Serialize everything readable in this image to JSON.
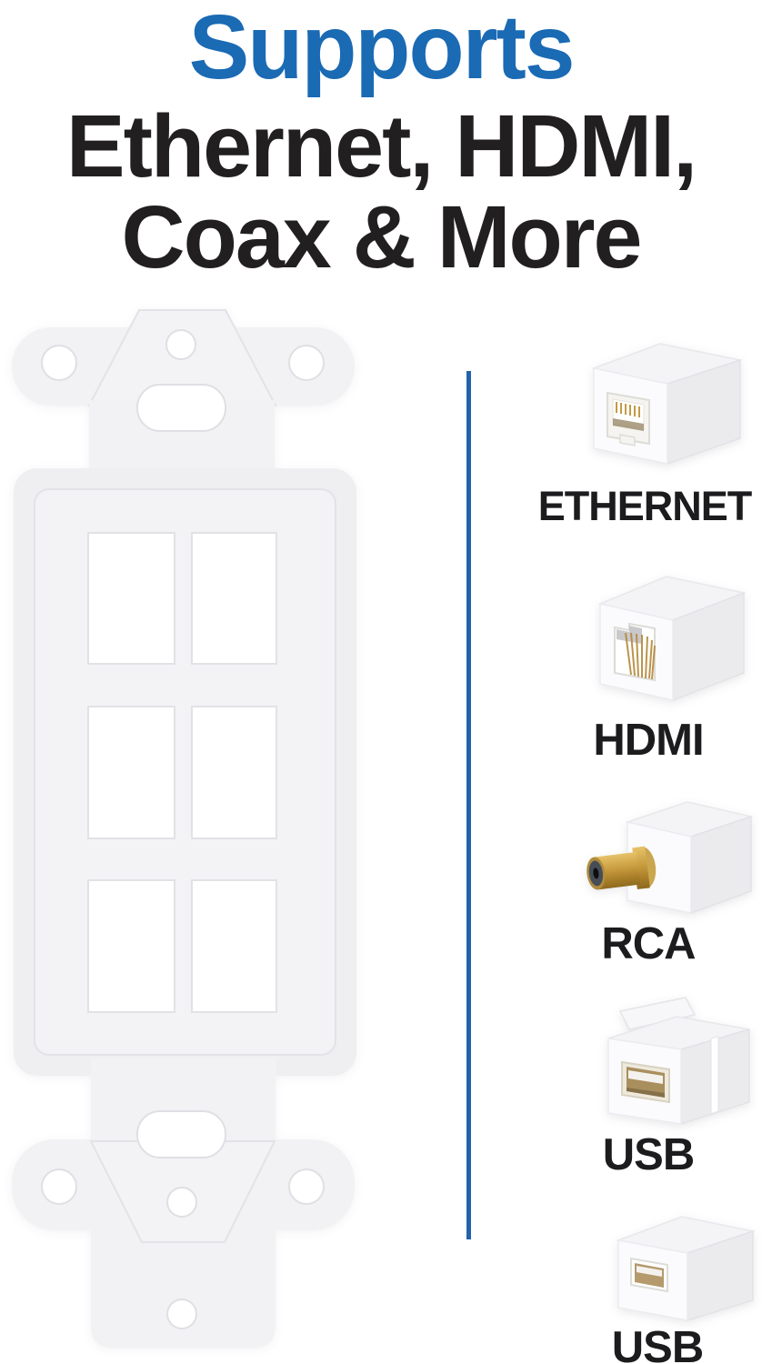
{
  "heading": {
    "line1": "Supports",
    "line2": "Ethernet, HDMI,",
    "line3": "Coax & More"
  },
  "wall_plate": {
    "description": "white 6-port keystone decora wall plate insert",
    "port_count": 6,
    "color": "white"
  },
  "connectors": [
    {
      "label": "ETHERNET",
      "type": "rj45-ethernet-coupler"
    },
    {
      "label": "HDMI",
      "type": "coupler-with-gold-contacts"
    },
    {
      "label": "RCA",
      "type": "gold-rca-keystone-jack"
    },
    {
      "label": "USB",
      "type": "usb-a-keystone-coupler"
    },
    {
      "label": "USB",
      "type": "usb-a-inline-coupler"
    }
  ],
  "colors": {
    "heading_blue": "#1a6ab4",
    "divider_blue": "#2263a9",
    "text_black": "#221f20",
    "plastic_white": "#f2f2f4",
    "gold": "#c79a3d"
  }
}
